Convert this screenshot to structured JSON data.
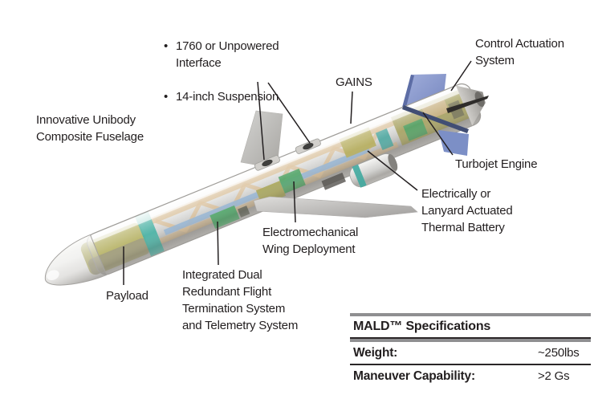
{
  "diagram": {
    "callouts": {
      "interface_list": {
        "bullet": "•",
        "items": [
          "1760 or Unpowered\nInterface",
          "14-inch Suspension"
        ]
      },
      "fuselage": "Innovative Unibody\nComposite Fuselage",
      "gains": "GAINS",
      "control_actuation": "Control Actuation\nSystem",
      "turbojet": "Turbojet Engine",
      "thermal_battery": "Electrically or\nLanyard Actuated\nThermal Battery",
      "wing_deployment": "Electromechanical\nWing Deployment",
      "flight_termination": "Integrated Dual\nRedundant Flight\nTermination System\nand Telemetry System",
      "payload": "Payload"
    },
    "illustration": {
      "subject": "MALD air-launched decoy cutaway view",
      "colors": {
        "body_gray": "#d8d8d6",
        "payload_olive": "#b9b56b",
        "ring_teal": "#3fae9f",
        "frame_tan": "#d8bc92",
        "component_green": "#4da868",
        "stripe_blue": "#8fb2d3",
        "fin_blue": "#8494c9",
        "wing_gray": "#c2c2c0",
        "leader_line": "#231f20"
      }
    }
  },
  "spec_table": {
    "title": "MALD™ Specifications",
    "rows": [
      {
        "label": "Weight:",
        "value": "~250lbs"
      },
      {
        "label": "Maneuver Capability:",
        "value": ">2 Gs"
      }
    ]
  }
}
